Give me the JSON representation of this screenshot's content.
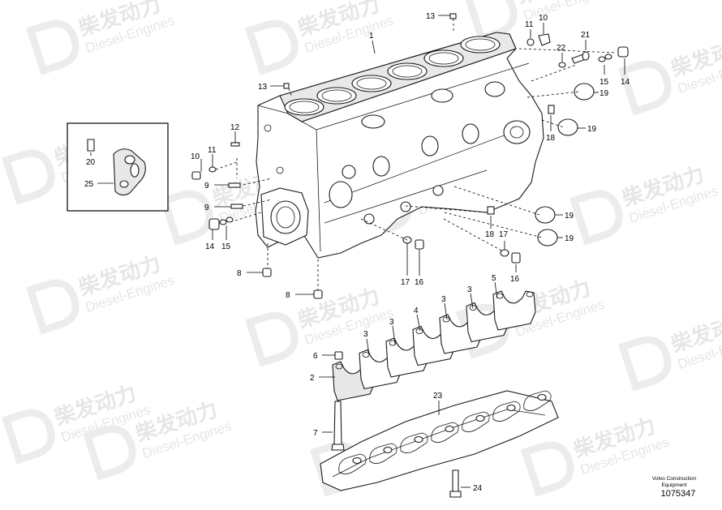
{
  "watermark": {
    "line1": "柴发动力",
    "line2": "Diesel-Engines"
  },
  "callouts": {
    "c1": "1",
    "c2": "2",
    "c3": "3",
    "c4": "4",
    "c5": "5",
    "c6": "6",
    "c7": "7",
    "c8": "8",
    "c9": "9",
    "c10": "10",
    "c11": "11",
    "c12": "12",
    "c13": "13",
    "c14": "14",
    "c15": "15",
    "c16": "16",
    "c17": "17",
    "c18": "18",
    "c19": "19",
    "c20": "20",
    "c21": "21",
    "c22": "22",
    "c23": "23",
    "c24": "24",
    "c25": "25"
  },
  "footer": {
    "brand_line1": "Volvo Construction",
    "brand_line2": "Equipment",
    "drawing_number": "1075347"
  }
}
